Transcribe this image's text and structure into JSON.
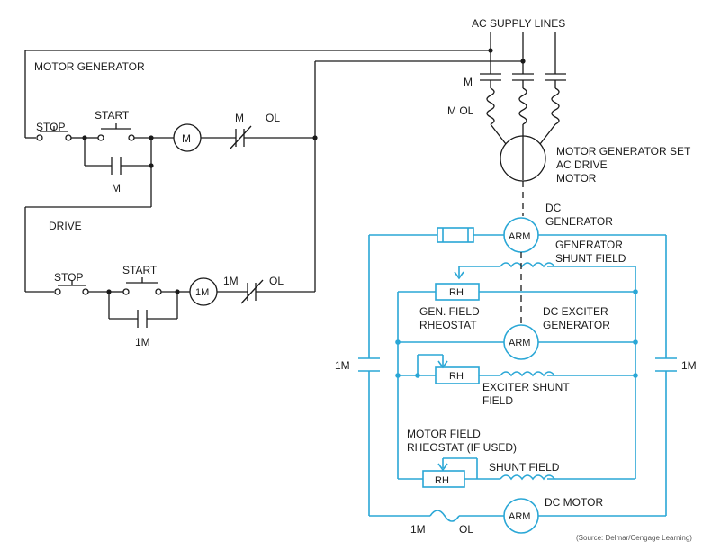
{
  "labels": {
    "ac_supply": "AC SUPPLY LINES",
    "m_contact": "M",
    "m_ol": "M OL",
    "motor_generator": "MOTOR GENERATOR",
    "stop1": "STOP",
    "start1": "START",
    "m_coil": "M",
    "m_aux": "M",
    "ol_m": "M",
    "ol1": "OL",
    "drive": "DRIVE",
    "stop2": "STOP",
    "start2": "START",
    "coil_1m": "1M",
    "aux_1m": "1M",
    "ol_1m": "1M",
    "ol2": "OL",
    "mg_set_1": "MOTOR GENERATOR SET",
    "mg_set_2": "AC DRIVE",
    "mg_set_3": "MOTOR",
    "dc_gen_1": "DC",
    "dc_gen_2": "GENERATOR",
    "gen_shunt_1": "GENERATOR",
    "gen_shunt_2": "SHUNT FIELD",
    "rh": "RH",
    "gen_field_1": "GEN. FIELD",
    "gen_field_2": "RHEOSTAT",
    "dc_exc_1": "DC EXCITER",
    "dc_exc_2": "GENERATOR",
    "arm": "ARM",
    "exc_shunt_1": "EXCITER SHUNT",
    "exc_shunt_2": "FIELD",
    "left_1m": "1M",
    "right_1m": "1M",
    "motor_field_1": "MOTOR FIELD",
    "motor_field_2": "RHEOSTAT (IF USED)",
    "shunt_field": "SHUNT FIELD",
    "dc_motor": "DC MOTOR",
    "bottom_1m": "1M",
    "bottom_ol": "OL",
    "source": "(Source: Delmar/Cengage Learning)"
  },
  "colors": {
    "control_wiring": "#1a1a1a",
    "power_wiring": "#2aa7d6"
  }
}
